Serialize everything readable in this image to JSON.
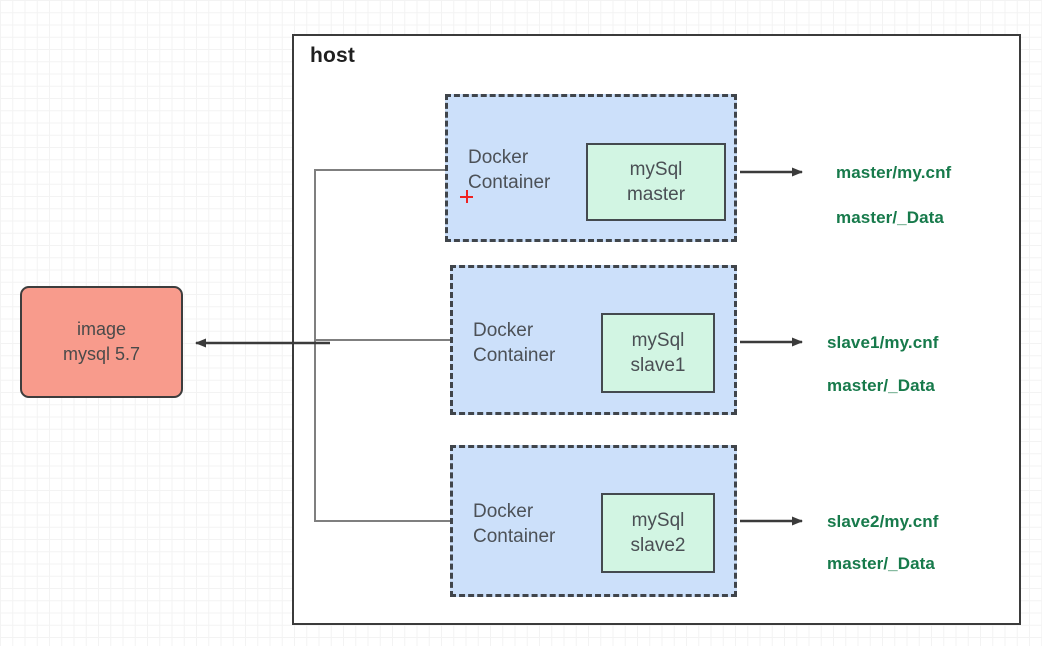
{
  "diagram": {
    "title": "host",
    "background": {
      "grid_color": "#e4e4e4",
      "page_color": "#ffffff"
    },
    "colors": {
      "container_fill": "#cce0fa",
      "container_border": "#40454b",
      "mysql_fill": "#d2f5e3",
      "mysql_border": "#444a4f",
      "image_fill": "#f89b8c",
      "image_border": "#3d3d3d",
      "volume_text": "#177a4b",
      "host_border": "#3b3b3b",
      "connector": "#7f7f7f",
      "arrow": "#3b3b3b",
      "cursor": "#ee2222"
    },
    "image_node": {
      "line1": "image",
      "line2": "mysql 5.7"
    },
    "containers": [
      {
        "label": "Docker\nContainer",
        "mysql_line1": "mySql",
        "mysql_line2": "master",
        "volumes": [
          "master/my.cnf",
          "master/_Data"
        ]
      },
      {
        "label": "Docker\nContainer",
        "mysql_line1": "mySql",
        "mysql_line2": "slave1",
        "volumes": [
          "slave1/my.cnf",
          "master/_Data"
        ]
      },
      {
        "label": "Docker\nContainer",
        "mysql_line1": "mySql",
        "mysql_line2": "slave2",
        "volumes": [
          "slave2/my.cnf",
          "master/_Data"
        ]
      }
    ],
    "cursor": {
      "name": "crosshair-cursor"
    }
  }
}
